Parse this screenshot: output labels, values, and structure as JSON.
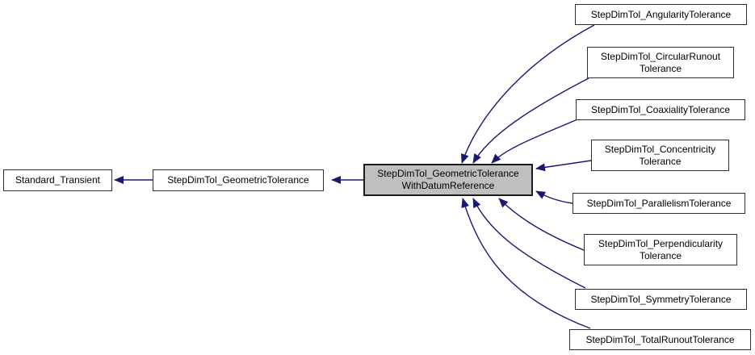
{
  "diagram": {
    "type": "class-inheritance-graph",
    "colors": {
      "edge": "#191970",
      "node_border": "#2e2e2e",
      "node_fill": "#ffffff",
      "highlight_fill": "#bfbfbf",
      "text": "#000000",
      "background": "#ffffff"
    },
    "nodes": {
      "standard_transient": {
        "label": "Standard_Transient"
      },
      "geometric_tolerance": {
        "label": "StepDimTol_GeometricTolerance"
      },
      "with_datum_reference": {
        "label": "StepDimTol_GeometricTolerance\nWithDatumReference",
        "highlighted": true
      },
      "angularity": {
        "label": "StepDimTol_AngularityTolerance"
      },
      "circular_runout": {
        "label": "StepDimTol_CircularRunout\nTolerance"
      },
      "coaxiality": {
        "label": "StepDimTol_CoaxialityTolerance"
      },
      "concentricity": {
        "label": "StepDimTol_Concentricity\nTolerance"
      },
      "parallelism": {
        "label": "StepDimTol_ParallelismTolerance"
      },
      "perpendicularity": {
        "label": "StepDimTol_Perpendicularity\nTolerance"
      },
      "symmetry": {
        "label": "StepDimTol_SymmetryTolerance"
      },
      "total_runout": {
        "label": "StepDimTol_TotalRunoutTolerance"
      }
    },
    "edges": [
      {
        "from": "geometric_tolerance",
        "to": "standard_transient"
      },
      {
        "from": "with_datum_reference",
        "to": "geometric_tolerance"
      },
      {
        "from": "angularity",
        "to": "with_datum_reference"
      },
      {
        "from": "circular_runout",
        "to": "with_datum_reference"
      },
      {
        "from": "coaxiality",
        "to": "with_datum_reference"
      },
      {
        "from": "concentricity",
        "to": "with_datum_reference"
      },
      {
        "from": "parallelism",
        "to": "with_datum_reference"
      },
      {
        "from": "perpendicularity",
        "to": "with_datum_reference"
      },
      {
        "from": "symmetry",
        "to": "with_datum_reference"
      },
      {
        "from": "total_runout",
        "to": "with_datum_reference"
      }
    ]
  }
}
